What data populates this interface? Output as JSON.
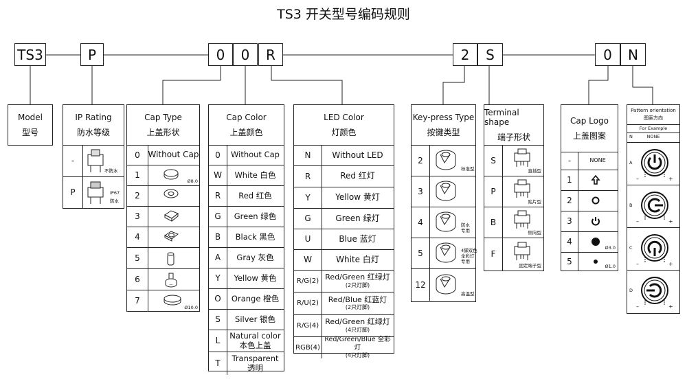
{
  "title": "TS3  开关型号编码规则",
  "codes": [
    "TS3",
    "P",
    "0",
    "0",
    "R",
    "2",
    "S",
    "0",
    "N"
  ],
  "model": {
    "en": "Model",
    "cn": "型号"
  },
  "ip": {
    "en": "IP Rating",
    "cn": "防水等级",
    "rows": [
      {
        "k": "-",
        "note": "不防水"
      },
      {
        "k": "P",
        "note1": "IP67",
        "note2": "防水"
      }
    ]
  },
  "cap_type": {
    "en": "Cap Type",
    "cn": "上盖形状",
    "rows": [
      {
        "k": "0",
        "v": "Without Cap"
      },
      {
        "k": "1",
        "note": "Ø8.0"
      },
      {
        "k": "2"
      },
      {
        "k": "3"
      },
      {
        "k": "4"
      },
      {
        "k": "5"
      },
      {
        "k": "6"
      },
      {
        "k": "7",
        "note": "Ø10.0"
      }
    ]
  },
  "cap_color": {
    "en": "Cap Color",
    "cn": "上盖颜色",
    "rows": [
      {
        "k": "0",
        "v": "Without Cap"
      },
      {
        "k": "W",
        "v": "White  白色"
      },
      {
        "k": "R",
        "v": "Red   红色"
      },
      {
        "k": "G",
        "v": "Green  绿色"
      },
      {
        "k": "B",
        "v": "Black  黑色"
      },
      {
        "k": "A",
        "v": "Gray  灰色"
      },
      {
        "k": "Y",
        "v": "Yellow  黄色"
      },
      {
        "k": "O",
        "v": "Orange  橙色"
      },
      {
        "k": "S",
        "v": "Silver  银色"
      },
      {
        "k": "L",
        "v": "Natural color",
        "v2": "本色上盖"
      },
      {
        "k": "T",
        "v": "Transparent",
        "v2": "透明"
      }
    ]
  },
  "led_color": {
    "en": "LED Color",
    "cn": "灯颜色",
    "rows": [
      {
        "k": "N",
        "v": "Without LED"
      },
      {
        "k": "R",
        "v": "Red   红灯"
      },
      {
        "k": "Y",
        "v": "Yellow 黄灯"
      },
      {
        "k": "G",
        "v": "Green 绿灯"
      },
      {
        "k": "U",
        "v": "Blue  蓝灯"
      },
      {
        "k": "W",
        "v": "White  白灯"
      },
      {
        "k": "R/G(2)",
        "v": "Red/Green 红绿灯",
        "v2": "(2只灯脚)"
      },
      {
        "k": "R/U(2)",
        "v": "Red/Blue  红蓝灯",
        "v2": "(2只灯脚)"
      },
      {
        "k": "R/G(4)",
        "v": "Red/Green 红绿灯",
        "v2": "(4只灯脚)"
      },
      {
        "k": "RGB(4)",
        "v": "Red/Green/Blue 全彩灯",
        "v2": "(4只灯脚)"
      }
    ]
  },
  "keypress": {
    "en": "Key-press Type",
    "cn": "按键类型",
    "rows": [
      {
        "k": "2",
        "note": "标准型"
      },
      {
        "k": "3"
      },
      {
        "k": "4",
        "note": "防水",
        "note2": "专用"
      },
      {
        "k": "5",
        "note": "4脚双色",
        "note2": "全彩灯",
        "note3": "专用"
      },
      {
        "k": "12",
        "note": "高温型"
      }
    ]
  },
  "terminal": {
    "en": "Terminal shape",
    "cn": "端子形状",
    "rows": [
      {
        "k": "S",
        "note": "直插型"
      },
      {
        "k": "P",
        "note": "贴片型"
      },
      {
        "k": "B",
        "note": "侧向型"
      },
      {
        "k": "F",
        "note": "固定端子型"
      }
    ]
  },
  "cap_logo": {
    "en": "Cap Logo",
    "cn": "上盖图案",
    "rows": [
      {
        "k": "-",
        "v": "NONE"
      },
      {
        "k": "1"
      },
      {
        "k": "2"
      },
      {
        "k": "3"
      },
      {
        "k": "4",
        "note": "Ø3.0"
      },
      {
        "k": "5",
        "note": "Ø1.0"
      }
    ]
  },
  "pattern": {
    "en": "Pattern orientation",
    "cn": "图案方向",
    "example": "For  Example",
    "n": "N",
    "none": "NONE",
    "rows": [
      "A",
      "B",
      "C",
      "D"
    ],
    "minus": "–",
    "plus": "+"
  }
}
